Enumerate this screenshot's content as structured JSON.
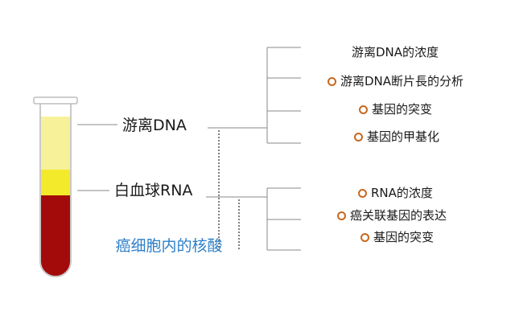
{
  "colors": {
    "plasma": "#f7f19a",
    "buffy_coat": "#f2ea2a",
    "red_cells": "#a30b0b",
    "bullet": "#c8681e",
    "blue_text": "#2d7fc9"
  },
  "labels": {
    "cfdna": "游离DNA",
    "wbc_rna": "白血球RNA",
    "cancer_nucleic": "癌细胞内的核酸"
  },
  "dna_items": [
    {
      "text": "游离DNA的浓度",
      "bullet": false
    },
    {
      "text": "游离DNA断片長的分析",
      "bullet": true
    },
    {
      "text": "基因的突变",
      "bullet": true
    },
    {
      "text": "基因的甲基化",
      "bullet": true
    }
  ],
  "rna_items": [
    {
      "text": "RNA的浓度",
      "bullet": true
    },
    {
      "text": "癌关联基因的表达",
      "bullet": true
    },
    {
      "text": "基因的突变",
      "bullet": true
    }
  ]
}
